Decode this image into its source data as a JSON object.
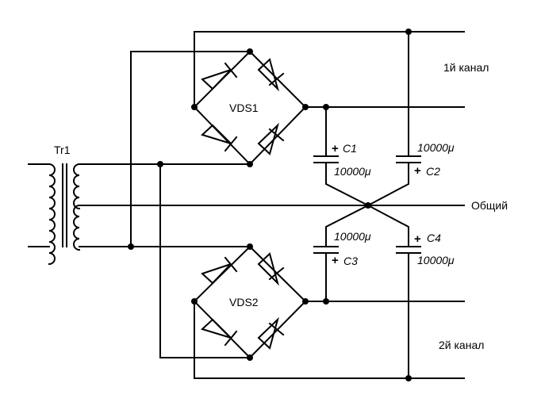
{
  "transformer": {
    "label": "Tr1"
  },
  "bridges": [
    {
      "label": "VDS1"
    },
    {
      "label": "VDS2"
    }
  ],
  "capacitors": [
    {
      "name": "C1",
      "value": "10000μ"
    },
    {
      "name": "C2",
      "value": "10000μ"
    },
    {
      "name": "C3",
      "value": "10000μ"
    },
    {
      "name": "C4",
      "value": "10000μ"
    }
  ],
  "polarity_mark": "+",
  "outputs": {
    "channel1": "1й канал",
    "common": "Общий",
    "channel2": "2й канал"
  }
}
